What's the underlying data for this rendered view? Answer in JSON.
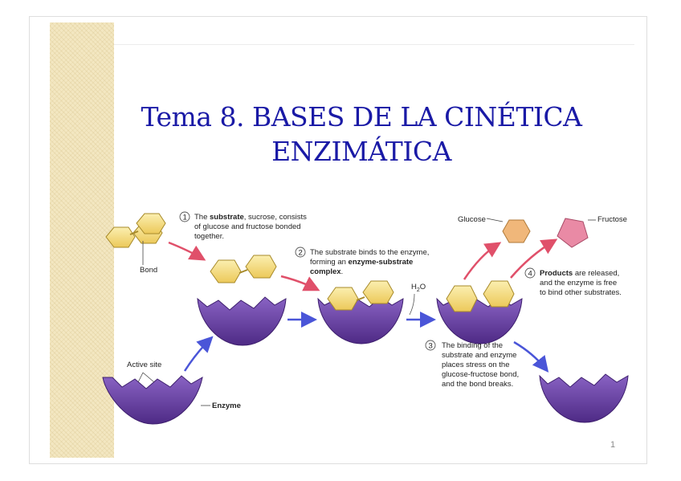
{
  "slide": {
    "title_line1": "Tema 8. BASES DE LA CINÉTICA",
    "title_line2": "ENZIMÁTICA",
    "page_number": "1"
  },
  "figure": {
    "step1": {
      "number": "1",
      "line1_pre": "The ",
      "line1_bold": "substrate",
      "line1_post": ", sucrose, consists",
      "line2": "of glucose and fructose bonded",
      "line3": "together."
    },
    "step2": {
      "number": "2",
      "line1": "The substrate binds to the enzyme,",
      "line2_pre": "forming an ",
      "line2_bold": "enzyme-substrate",
      "line3_bold": "complex",
      "line3_post": "."
    },
    "step3": {
      "number": "3",
      "line1": "The binding of the",
      "line2": "substrate and enzyme",
      "line3": "places stress on the",
      "line4": "glucose-fructose bond,",
      "line5": "and the bond breaks."
    },
    "step4": {
      "number": "4",
      "line1_bold": "Products",
      "line1_post": " are released,",
      "line2": "and the enzyme is free",
      "line3": "to bind other substrates."
    },
    "labels": {
      "bond": "Bond",
      "active_site": "Active site",
      "enzyme": "Enzyme",
      "glucose": "Glucose",
      "fructose": "Fructose",
      "water": "H",
      "water_sub": "2",
      "water_o": "O"
    },
    "colors": {
      "enzyme": "#6a3fa0",
      "substrate": "#f5df7a",
      "glucose": "#f0b77a",
      "fructose": "#e98aa5",
      "arrow_red": "#e0506a",
      "arrow_blue": "#4a55d8",
      "title": "#1a1aa6"
    }
  }
}
